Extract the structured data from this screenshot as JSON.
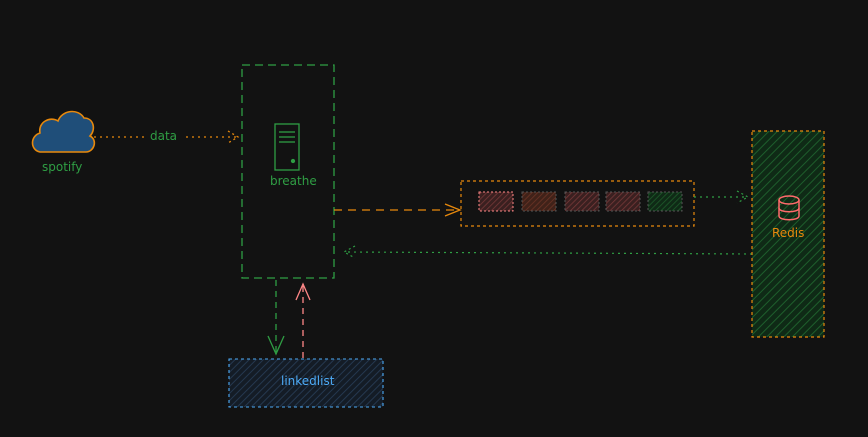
{
  "nodes": {
    "spotify": {
      "label": "spotify",
      "icon": "cloud-icon"
    },
    "breathe": {
      "label": "breathe",
      "icon": "server-icon"
    },
    "redis": {
      "label": "Redis",
      "icon": "database-icon"
    },
    "linkedlist": {
      "label": "linkedlist"
    },
    "queue": {
      "cells": 5
    }
  },
  "edges": {
    "spotify_to_breathe": {
      "label": "data"
    }
  },
  "colors": {
    "background": "#121212",
    "green": "#2f9e44",
    "orange": "#e8890c",
    "blue": "#4dabf7",
    "red": "#ff8787",
    "cloud_fill": "#1f4e79"
  }
}
